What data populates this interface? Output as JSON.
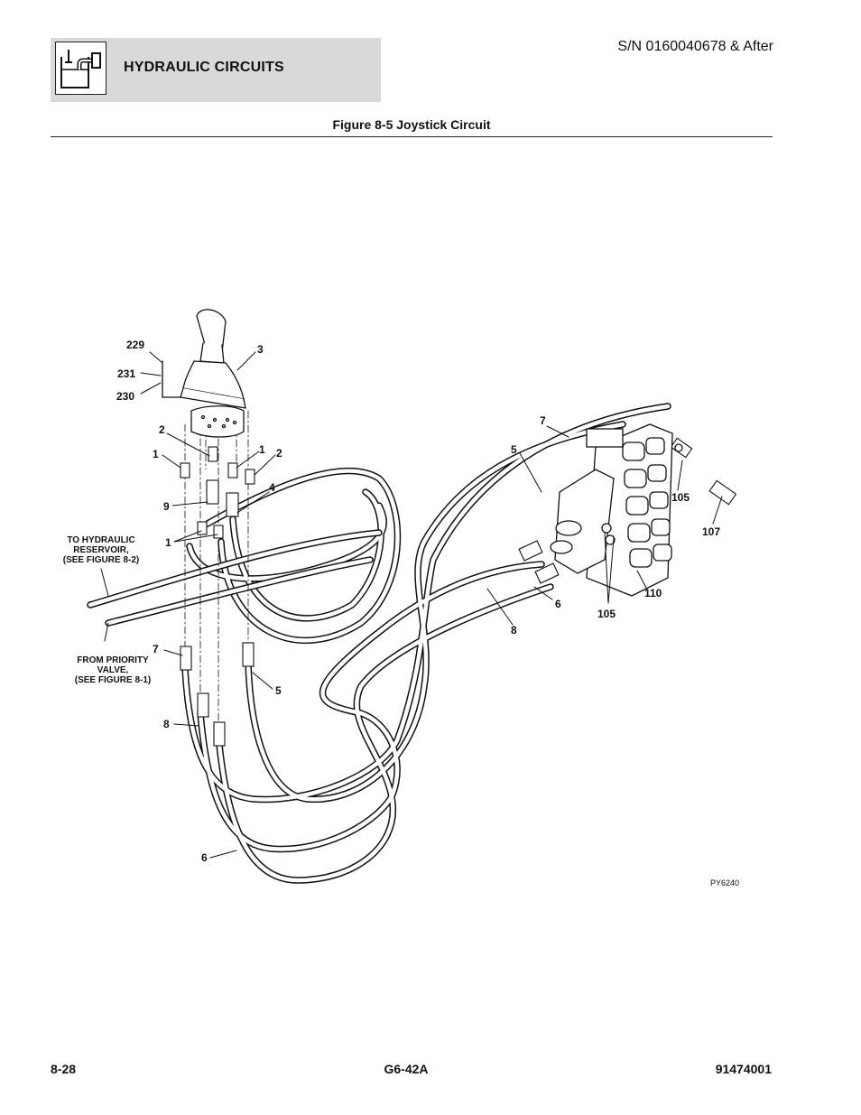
{
  "header": {
    "section_title": "HYDRAULIC CIRCUITS",
    "serial": "S/N 0160040678 & After",
    "icon": "hydraulic-reservoir-icon"
  },
  "figure": {
    "caption": "Figure 8-5 Joystick Circuit",
    "ref_id": "PY6240",
    "callouts": {
      "c229": "229",
      "c231": "231",
      "c230": "230",
      "c3": "3",
      "c2a": "2",
      "c1a": "1",
      "c1b": "1",
      "c2b": "2",
      "c4": "4",
      "c9": "9",
      "c1c": "1",
      "c7a": "7",
      "c5a": "5",
      "c105a": "105",
      "c107": "107",
      "c110": "110",
      "c6a": "6",
      "c8a": "8",
      "c105b": "105",
      "c7b": "7",
      "c5b": "5",
      "c8b": "8",
      "c6b": "6"
    },
    "notes": {
      "reservoir": [
        "TO HYDRAULIC",
        "RESERVOIR,",
        "(SEE FIGURE 8-2)"
      ],
      "priority": [
        "FROM PRIORITY",
        "VALVE,",
        "(SEE FIGURE 8-1)"
      ]
    }
  },
  "footer": {
    "page": "8-28",
    "model": "G6-42A",
    "doc_number": "91474001"
  }
}
